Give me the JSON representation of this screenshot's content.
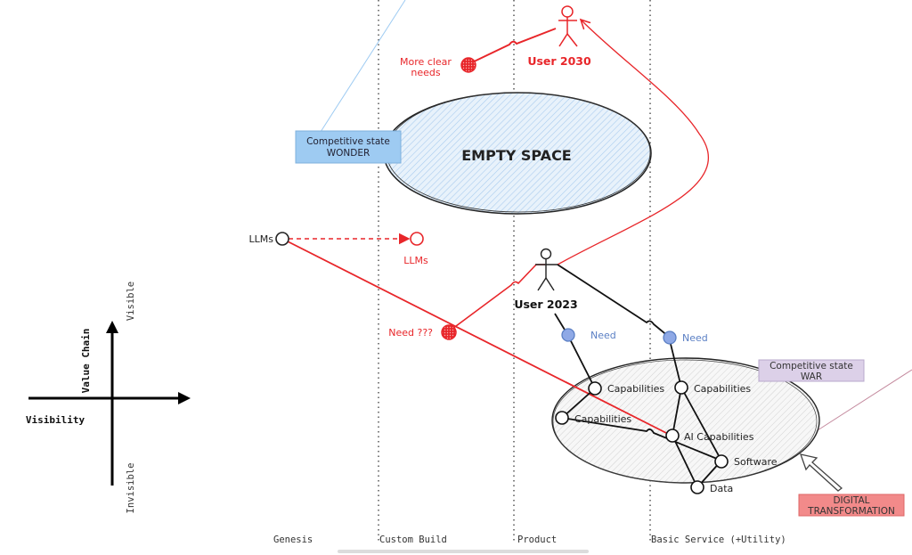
{
  "axes": {
    "x_title": "Visibility",
    "y_title": "Value Chain",
    "y_top": "Visible",
    "y_bottom": "Invisible"
  },
  "stages": [
    "Genesis",
    "Custom Build",
    "Product",
    "Basic Service (+Utility)"
  ],
  "regions": {
    "empty_space": "EMPTY SPACE",
    "war_zone_label_line1": "Competitive state",
    "war_zone_label_line2": "WAR",
    "wonder_label_line1": "Competitive state",
    "wonder_label_line2": "WONDER",
    "digital_line1": "DIGITAL",
    "digital_line2": "TRANSFORMATION"
  },
  "actors": {
    "user_2030": "User 2030",
    "user_2023": "User 2023"
  },
  "nodes": {
    "more_clear_needs_1": "More clear",
    "more_clear_needs_2": "needs",
    "llms_genesis": "LLMs",
    "llms_custom": "LLMs",
    "need_unknown": "Need ???",
    "need_1": "Need",
    "need_2": "Need",
    "capabilities_1": "Capabilities",
    "capabilities_2": "Capabilities",
    "capabilities_3": "Capabilities",
    "ai_capabilities": "AI Capabilities",
    "software": "Software",
    "data": "Data"
  },
  "colors": {
    "red": "#e8262a",
    "blue_node": "#8fa9e6",
    "blue_text": "#5a7fc4",
    "wonder_box": "#9ecbf2",
    "war_box": "#dcd0e8",
    "digital_box": "#f28a8a",
    "empty_fill": "#d4e7f7"
  }
}
